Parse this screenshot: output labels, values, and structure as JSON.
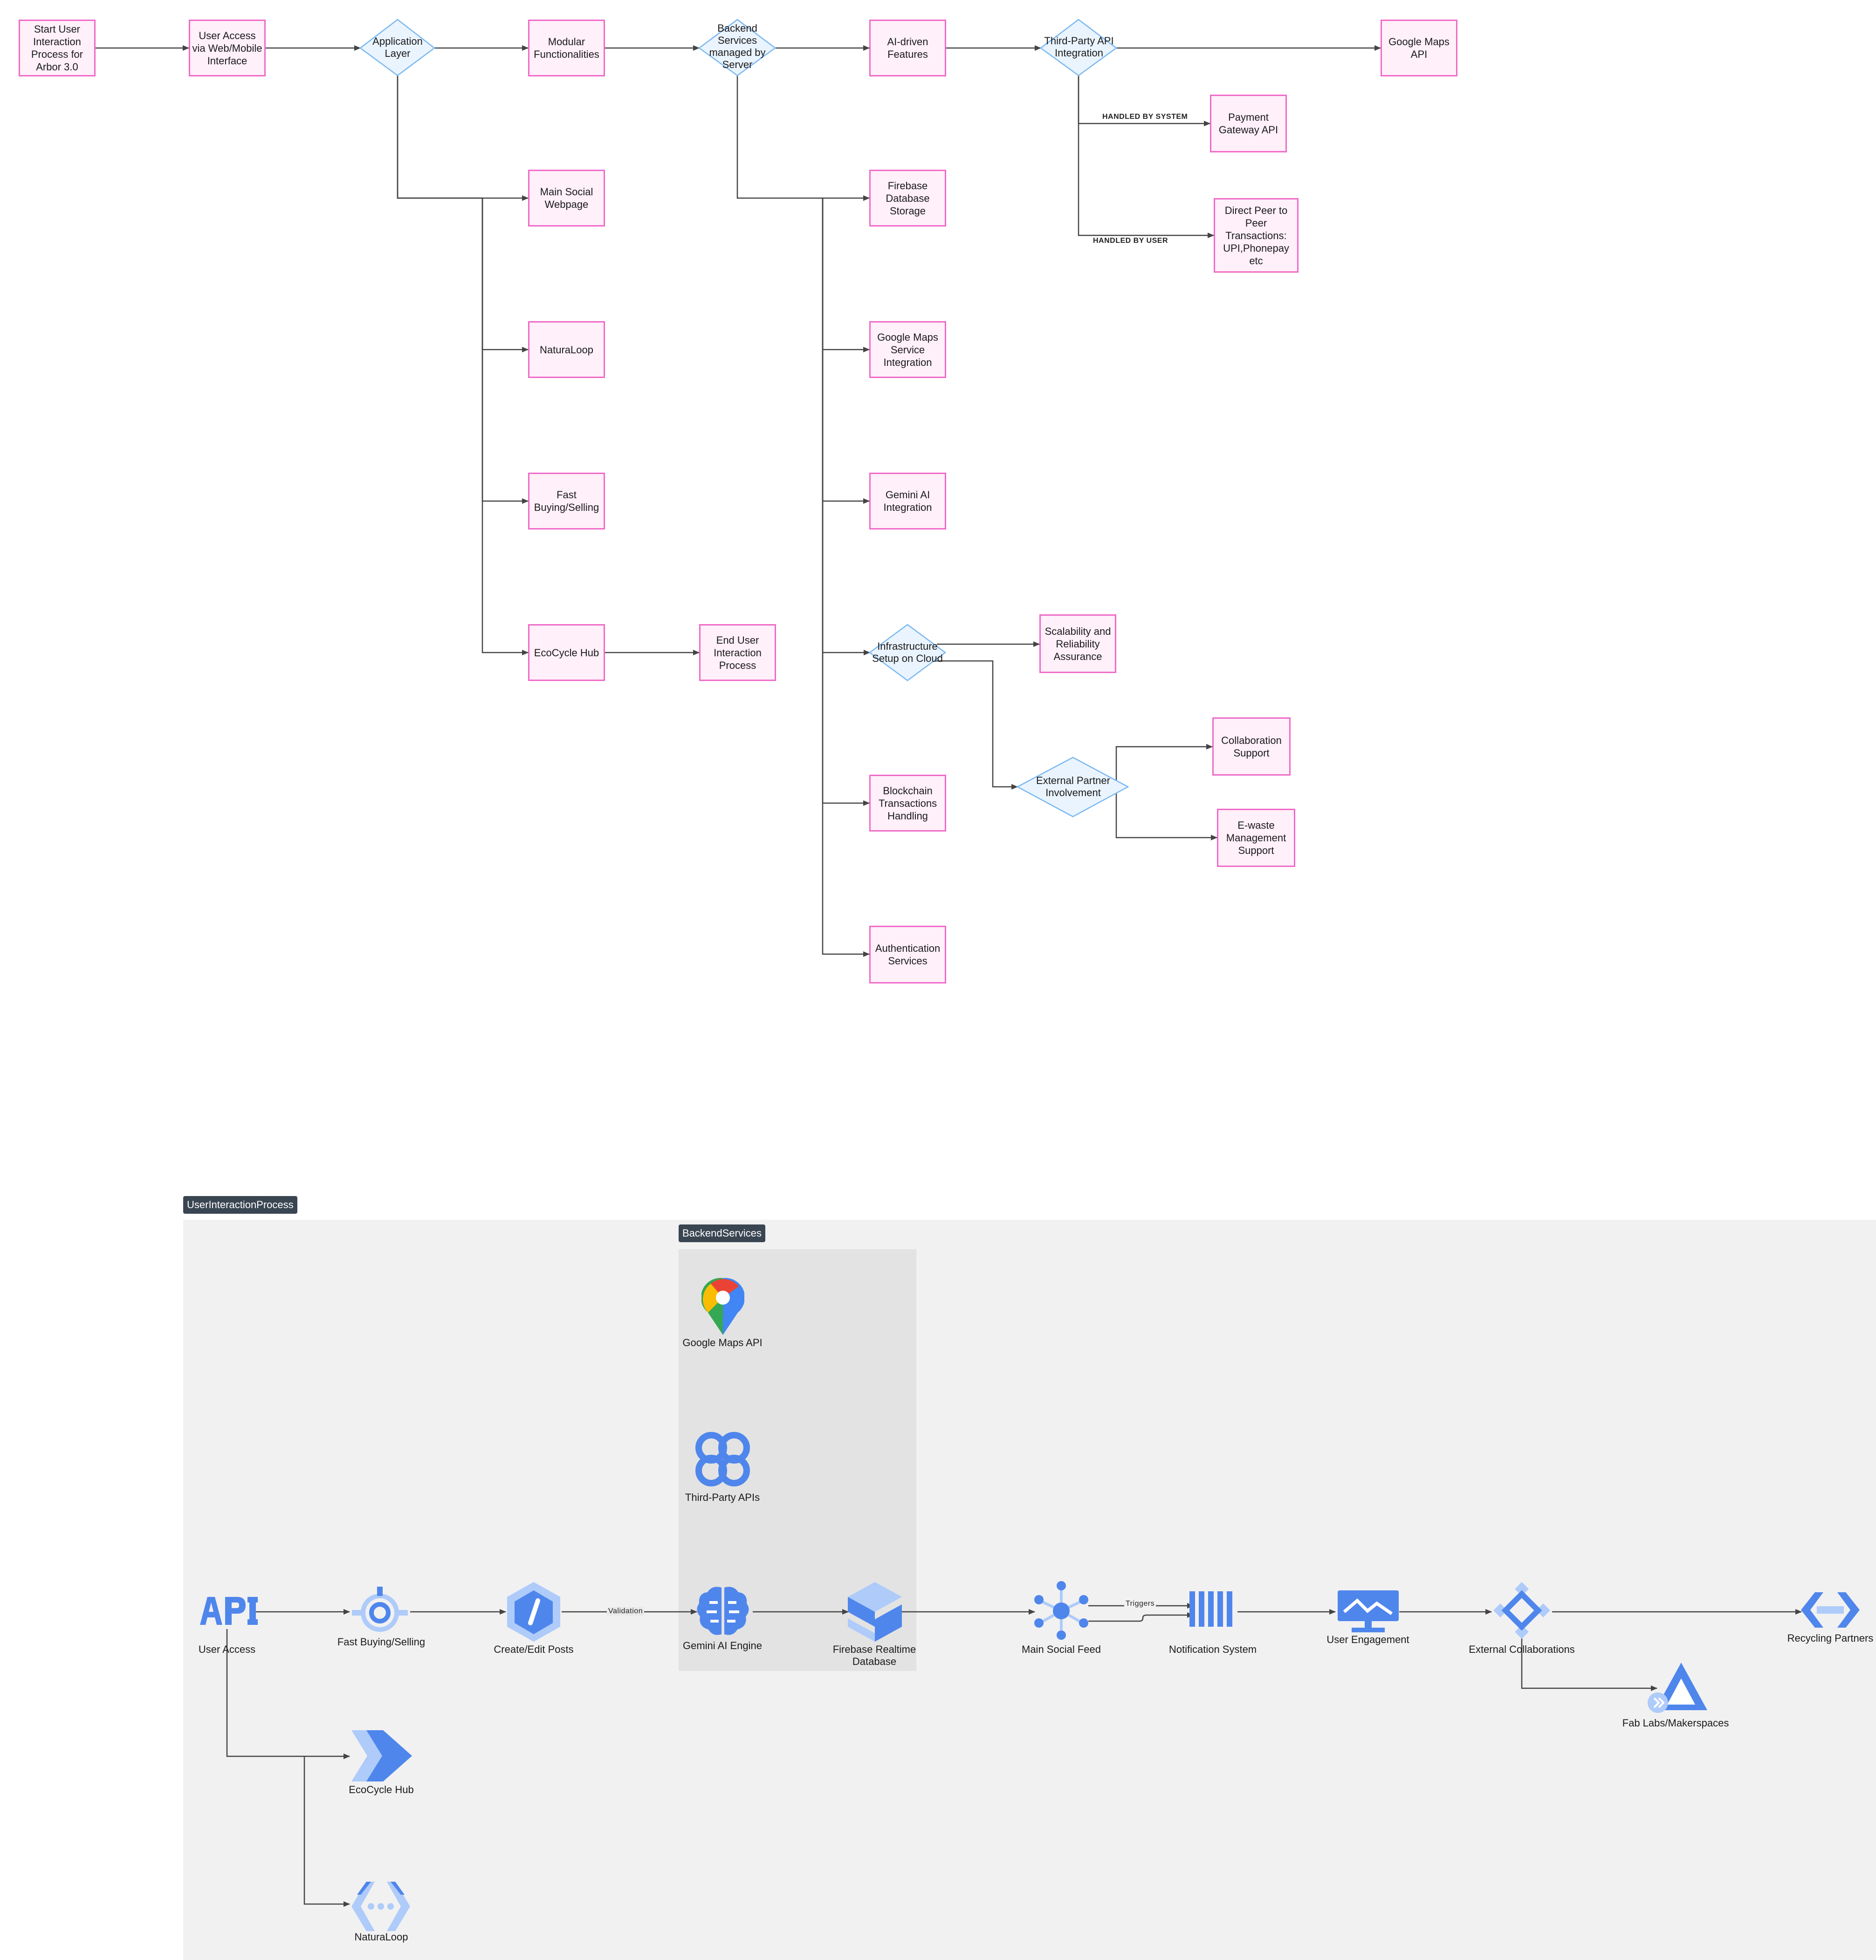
{
  "flowchart": {
    "nodes": {
      "start": "Start User Interaction Process for Arbor 3.0",
      "user_access": "User Access via Web/Mobile Interface",
      "app_layer": "Application Layer",
      "modular": "Modular Functionalities",
      "backend": "Backend Services managed by Server",
      "ai_features": "AI-driven Features",
      "third_party": "Third-Party API Integration",
      "google_maps_api": "Google Maps API",
      "payment": "Payment Gateway API",
      "p2p": "Direct Peer to Peer Transactions: UPI,Phonepay etc",
      "main_social": "Main Social Webpage",
      "naturaloop": "NaturaLoop",
      "fast_buying": "Fast Buying/Selling",
      "ecocycle": "EcoCycle Hub",
      "end": "End User Interaction Process",
      "firebase": "Firebase Database Storage",
      "gmaps_service": "Google Maps Service Integration",
      "gemini": "Gemini AI Integration",
      "infra": "Infrastructure Setup on Cloud",
      "scalability": "Scalability and Reliability Assurance",
      "external": "External Partner Involvement",
      "collab": "Collaboration Support",
      "ewaste": "E-waste Management Support",
      "blockchain": "Blockchain Transactions Handling",
      "auth": "Authentication Services"
    },
    "edge_labels": {
      "system": "HANDLED BY SYSTEM",
      "user": "HANDLED BY USER"
    }
  },
  "architecture": {
    "outer_group": "UserInteractionProcess",
    "inner_group": "BackendServices",
    "nodes": {
      "user_access": "User Access",
      "fast_buying": "Fast Buying/Selling",
      "create_posts": "Create/Edit Posts",
      "gemini_engine": "Gemini AI Engine",
      "firebase_rt": "Firebase Realtime Database",
      "gmaps_api": "Google Maps API",
      "third_party_apis": "Third-Party APIs",
      "main_feed": "Main Social Feed",
      "notification": "Notification System",
      "engagement": "User Engagement",
      "ext_collab": "External Collaborations",
      "recycling": "Recycling Partners",
      "fab_labs": "Fab Labs/Makerspaces",
      "ecocycle": "EcoCycle Hub",
      "naturaloop": "NaturaLoop"
    },
    "icons": {
      "user_access": "api-icon",
      "fast_buying": "app-engine-icon",
      "create_posts": "cloud-functions-icon",
      "gemini_engine": "ai-brain-icon",
      "firebase_rt": "datastore-icon",
      "gmaps_api": "map-pin-icon",
      "third_party_apis": "connector-icon",
      "main_feed": "hub-icon",
      "notification": "pubsub-icon",
      "engagement": "monitoring-icon",
      "ext_collab": "network-icon",
      "recycling": "endpoints-icon",
      "fab_labs": "build-icon",
      "ecocycle": "deploy-icon",
      "naturaloop": "api-gateway-icon"
    },
    "edge_labels": {
      "validation": "Validation",
      "triggers": "Triggers"
    }
  },
  "colors": {
    "box_fill": "#fff0fa",
    "box_border": "#f06ac8",
    "diamond_fill": "#eaf4ff",
    "diamond_border": "#7ab8f0",
    "edge": "#444444",
    "outer_group_bg": "#f1f1f1",
    "inner_group_bg": "#e3e3e3",
    "group_tag_bg": "#3a4552",
    "icon_blue": "#4f86ec",
    "icon_light_blue": "#aecbfa"
  }
}
